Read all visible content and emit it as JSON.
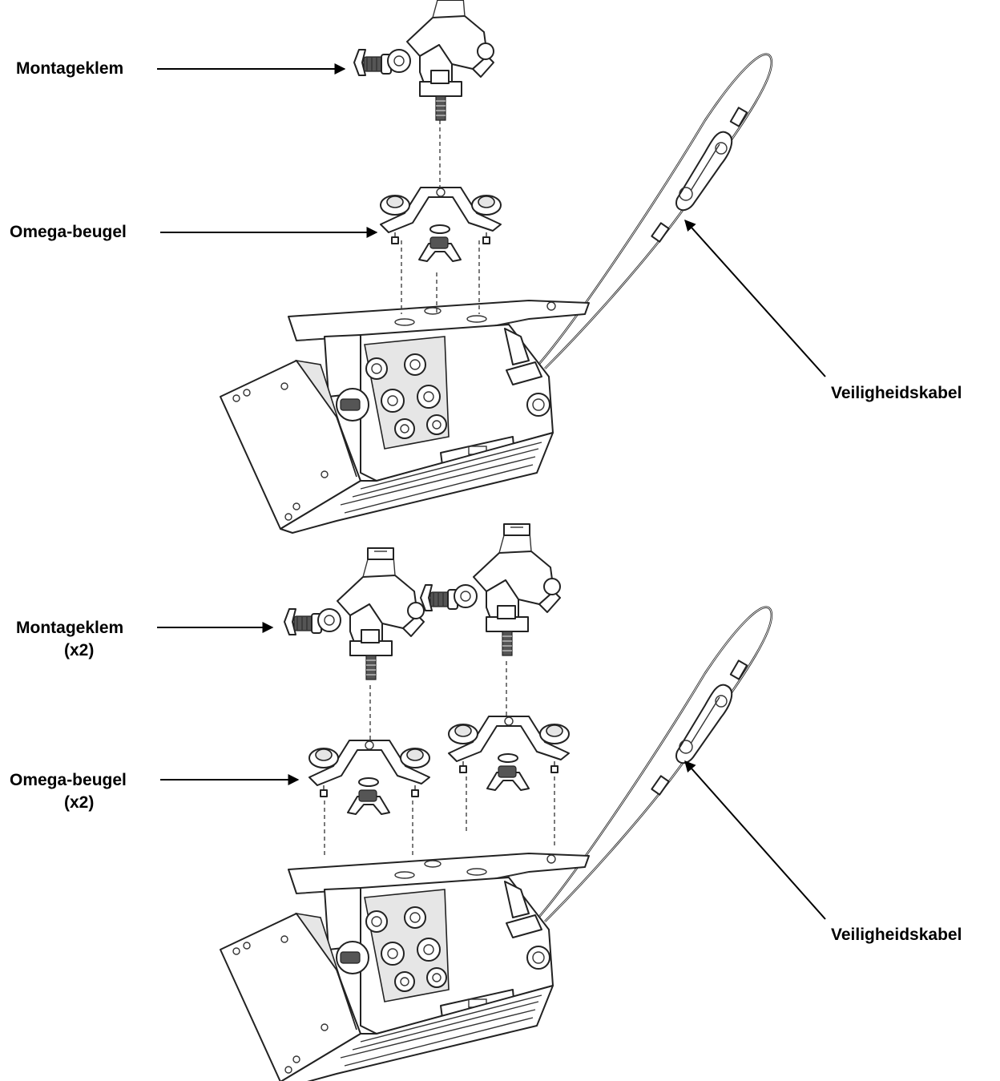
{
  "labels": {
    "top": {
      "clamp": "Montageklem",
      "bracket": "Omega-beugel",
      "cable": "Veiligheidskabel"
    },
    "bottom": {
      "clamp_line1": "Montageklem",
      "clamp_line2": "(x2)",
      "bracket_line1": "Omega-beugel",
      "bracket_line2": "(x2)",
      "cable": "Veiligheidskabel"
    }
  },
  "colors": {
    "ink": "#000000",
    "background": "#ffffff"
  }
}
